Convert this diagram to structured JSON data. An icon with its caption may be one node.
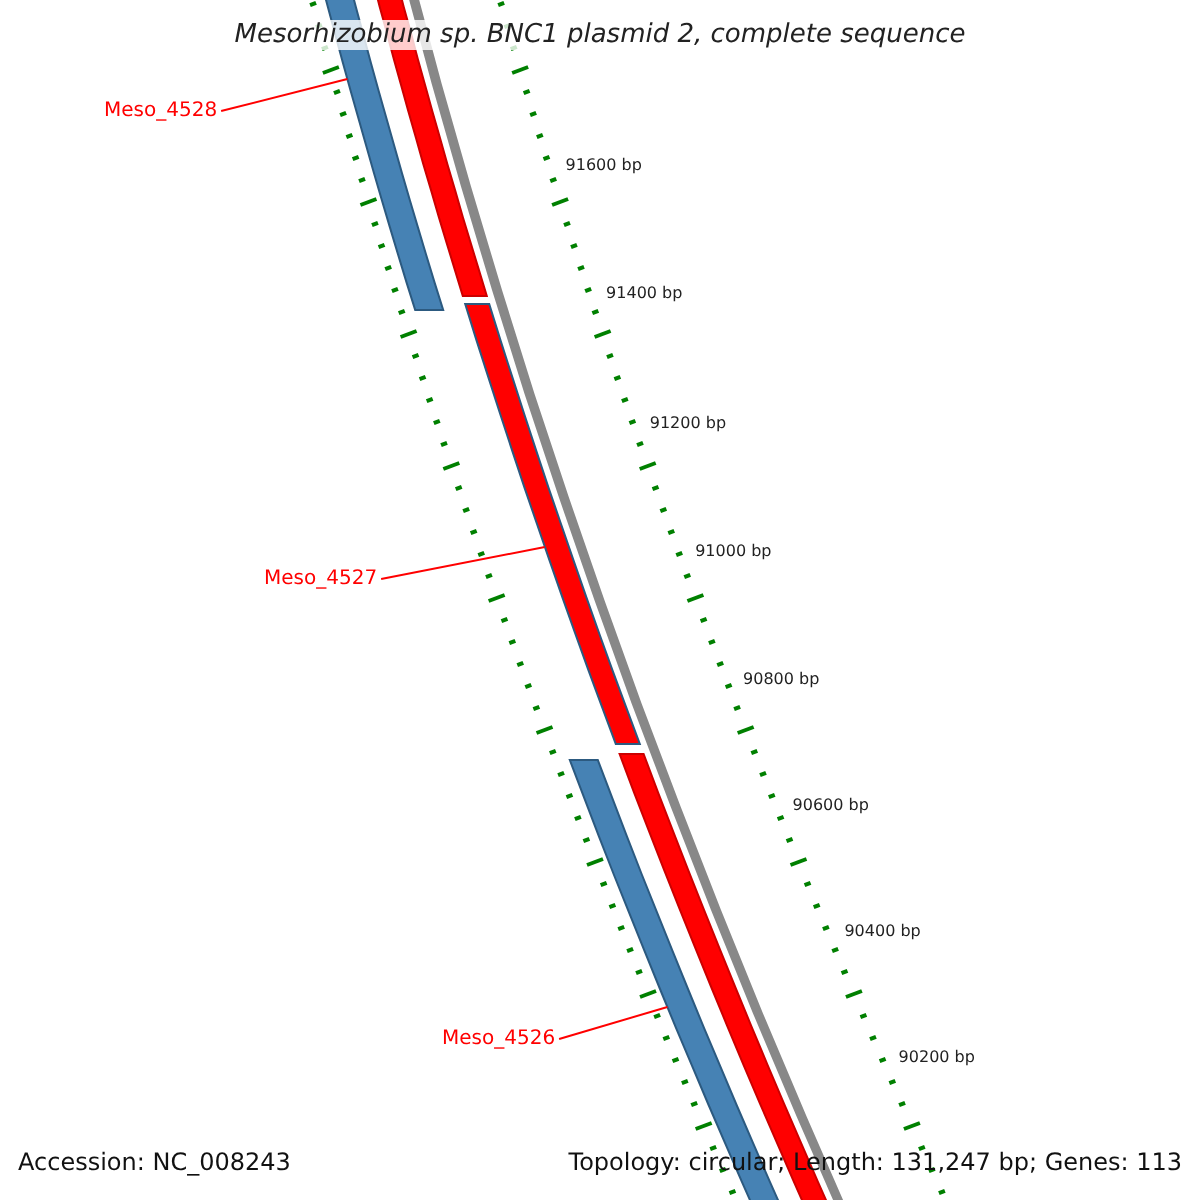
{
  "diagram": {
    "title": "Mesorhizobium sp. BNC1 plasmid 2, complete sequence",
    "nodes": [
      {
        "text": [
          "Meso_4528"
        ]
      },
      {
        "text": [],
        "shape": "bar"
      },
      {
        "text": [
          "Meso_4527"
        ]
      },
      {
        "text": [],
        "shape": "bar"
      },
      {
        "text": [
          "Meso_4526"
        ]
      },
      {
        "text": [],
        "shape": "bar"
      }
    ],
    "edges": [
      {
        "from": 0,
        "to": 1,
        "arrow": "none"
      },
      {
        "from": 2,
        "to": 3,
        "arrow": "none"
      },
      {
        "from": 4,
        "to": 5,
        "arrow": "none"
      }
    ],
    "labels": [
      "91600 bp",
      "91400 bp",
      "91200 bp",
      "91000 bp",
      "90800 bp",
      "90600 bp",
      "90400 bp",
      "90200 bp",
      "Accession: NC_008243",
      "Topology: circular; Length: 131,247 bp; Genes: 113"
    ]
  }
}
